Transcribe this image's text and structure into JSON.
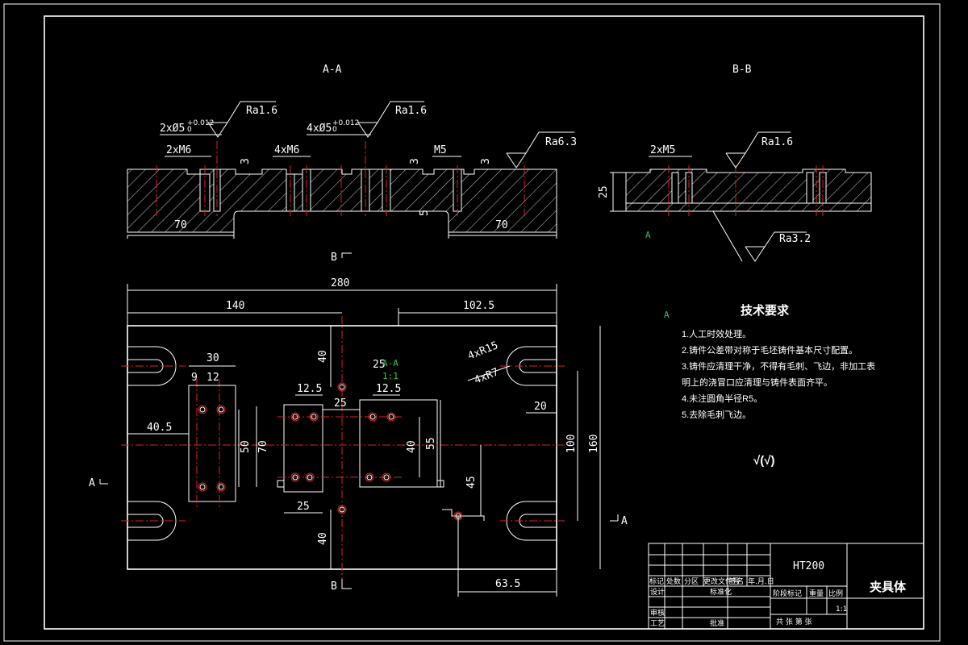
{
  "sections": {
    "aa_title": "A-A",
    "bb_title": "B-B",
    "b_mark_top": "B",
    "b_mark_bottom": "B",
    "a_mark_left": "A",
    "a_mark_right": "A",
    "green_a1": "A",
    "green_a2": "A",
    "green_aa": "A-A",
    "green_scale": "1:1"
  },
  "roughness": {
    "aa_1": "Ra1.6",
    "aa_2": "Ra1.6",
    "aa_3": "Ra6.3",
    "bb_1": "Ra1.6",
    "bb_2": "Ra3.2"
  },
  "section_aa_dims": {
    "hole1": "2xØ5",
    "hole1_tol_top": "+0.012",
    "hole1_tol_bot": "0",
    "hole2": "4xØ5",
    "hole2_tol_top": "+0.012",
    "hole2_tol_bot": "0",
    "m6_a": "2xM6",
    "m6_b": "4xM6",
    "m5": "M5",
    "d3a": "3",
    "d3b": "3",
    "d3c": "3",
    "d5": "5",
    "len_left": "70",
    "len_right": "70"
  },
  "section_bb_dims": {
    "m5": "2xM5",
    "height": "25"
  },
  "plan_dims": {
    "overall": "280",
    "left140": "140",
    "right1025": "102.5",
    "d30": "30",
    "d9": "9",
    "d12": "12",
    "d405": "40.5",
    "d50": "50",
    "d70": "70",
    "d40_top": "40",
    "d125_a": "12.5",
    "d125_b": "12.5",
    "d25_mid": "25",
    "d25_top": "25",
    "d25_bot": "25",
    "d40_r": "40",
    "d55": "55",
    "d100": "100",
    "d160": "160",
    "d45": "45",
    "d40_bot": "40",
    "d635": "63.5",
    "d20": "20",
    "r15": "4xR15",
    "r7": "4xR7"
  },
  "tech_requirements": {
    "title": "技术要求",
    "items": [
      "1.人工时效处理。",
      "2.铸件公差带对称于毛坯铸件基本尺寸配置。",
      "3.铸件应清理干净，不得有毛刺、飞边，非加工表",
      "明上的浇冒口应清理与铸件表面齐平。",
      "4.未注圆角半径R5。",
      "5.去除毛刺飞边。"
    ],
    "symbol": "√(√)"
  },
  "title_block": {
    "material": "HT200",
    "part_name": "夹具体",
    "scale": "1:1",
    "h_biaoji": "标记",
    "h_chushu": "处数",
    "h_fenqu": "分区",
    "h_wenjian": "更改文件号",
    "h_qianming": "签名",
    "h_date": "年.月.日",
    "r_sheji": "设计",
    "r_biaozhunhua": "标准化",
    "r_jieduan": "阶段标记",
    "r_zhongliang": "重量",
    "r_bili": "比例",
    "r_shenhe": "审核",
    "r_gongyi": "工艺",
    "r_pizhun": "批准",
    "r_sheet": "共  张  第  张"
  }
}
